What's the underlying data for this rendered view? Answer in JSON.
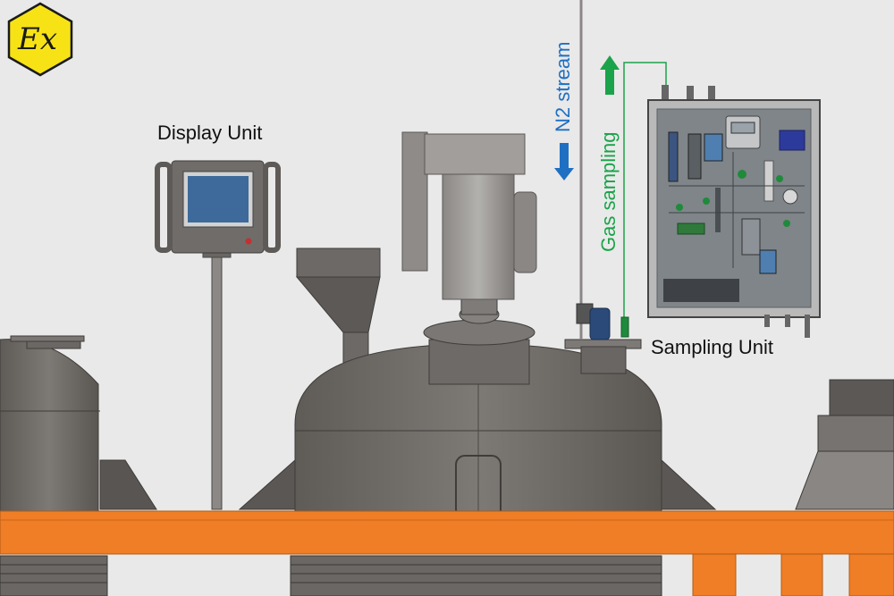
{
  "labels": {
    "display_unit": "Display Unit",
    "sampling_unit": "Sampling Unit",
    "n2_stream": "N2 stream",
    "gas_sampling": "Gas sampling",
    "ex_mark": "Ex"
  },
  "colors": {
    "background": "#e9e9e9",
    "equipment": "#6e6a66",
    "equipment_dark": "#4f4c49",
    "frame": "#f07e26",
    "n2_arrow": "#1f6fc2",
    "gas_arrow": "#1aa34a",
    "ex_badge": "#f7e315",
    "cabinet_frame": "#b9b9b9",
    "cabinet_panel": "#7f8589",
    "screen": "#3d6a9a"
  },
  "icons": {
    "ex_badge": "hexagon-ex-icon",
    "n2_arrow": "arrow-down-icon",
    "gas_arrow": "arrow-up-icon"
  }
}
